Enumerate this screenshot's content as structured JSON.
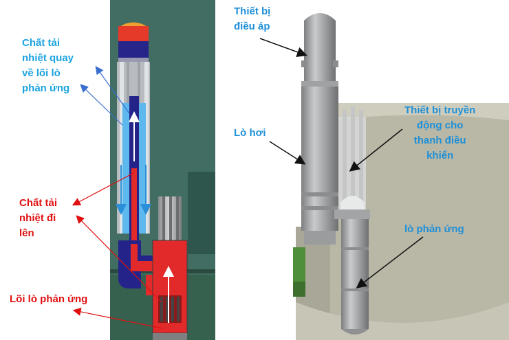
{
  "left_labels": {
    "return_flow": "Chất tải\nnhiệt quay\nvề lõi lò\nphản ứng",
    "upward_flow": "Chất tải\nnhiệt đi\nlên",
    "core": "Lõi lò phản ứng"
  },
  "right_labels": {
    "pressurizer": "Thiết bị\nđiều áp",
    "steam_generator": "Lò hơi",
    "control_rod_drive": "Thiết bị truyền\nđộng cho\nthanh điều\nkhiển",
    "reactor": "lò phản ứng"
  },
  "colors": {
    "return_label": "#1aa3e0",
    "upward_label": "#e01010",
    "right_label": "#1e90d8"
  }
}
